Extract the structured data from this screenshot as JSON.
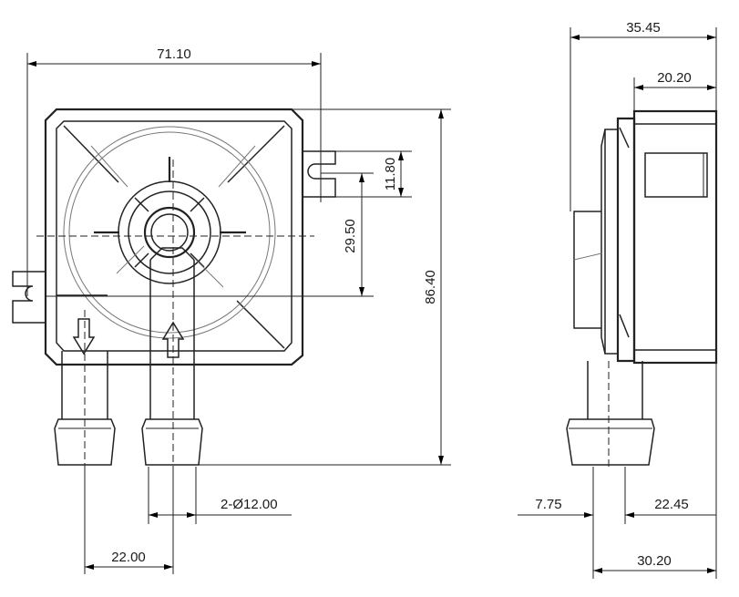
{
  "dimensions": {
    "front_width": "71.10",
    "front_height": "86.40",
    "mount_spacing": "29.50",
    "slot_height": "11.80",
    "port_diameter": "2-Ø12.00",
    "port_spacing": "22.00",
    "side_depth": "35.45",
    "side_body": "20.20",
    "side_left_offset": "7.75",
    "side_port_right": "22.45",
    "side_port_total": "30.20"
  },
  "colors": {
    "line": "#222222",
    "arrow": "#000000"
  }
}
